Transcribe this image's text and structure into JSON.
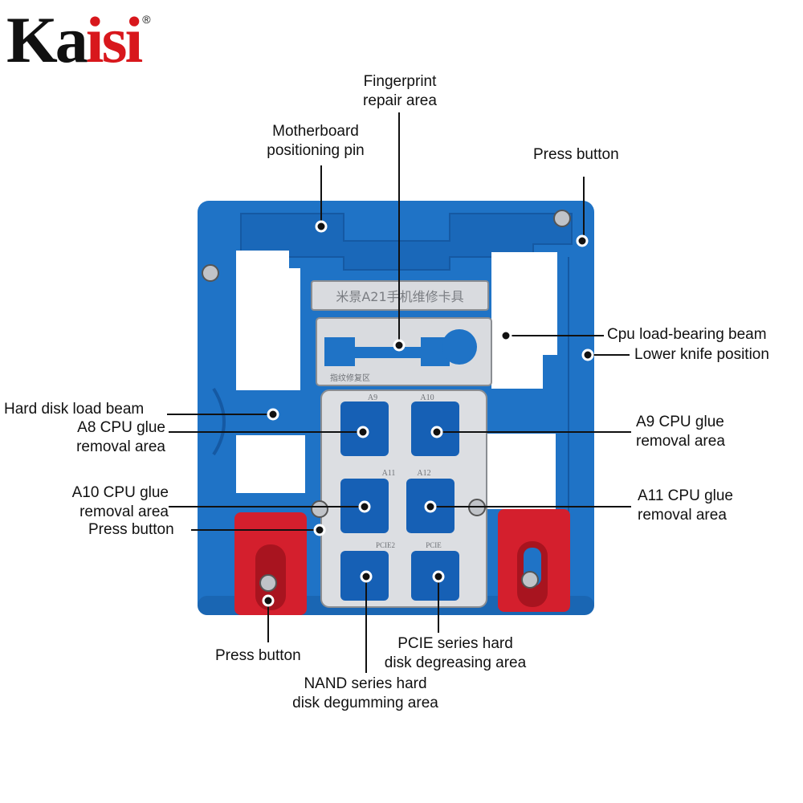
{
  "brand": {
    "name_first": "Ka",
    "name_rest": "isi",
    "registered": "®"
  },
  "plate": {
    "title": "米景A21手机维修卡具",
    "fingerprint_plate_text": "指纹修复区",
    "chip_labels": [
      "A9",
      "A10",
      "A11",
      "A12",
      "PCIE2",
      "PCIE"
    ]
  },
  "labels": {
    "fingerprint": [
      "Fingerprint",
      "repair area"
    ],
    "motherboard_pin": [
      "Motherboard",
      "positioning pin"
    ],
    "press_top_right": "Press button",
    "cpu_beam": "Cpu load-bearing beam",
    "lower_knife": "Lower knife position",
    "hard_disk_beam": "Hard disk load beam",
    "a8": [
      "A8 CPU glue",
      "removal area"
    ],
    "a9": [
      "A9 CPU glue",
      "removal area"
    ],
    "a10": [
      "A10 CPU glue",
      "removal area"
    ],
    "a11": [
      "A11 CPU glue",
      "removal area"
    ],
    "press_left_mid": "Press button",
    "press_bottom_left": "Press button",
    "pcie": [
      "PCIE series hard",
      "disk degreasing area"
    ],
    "nand": [
      "NAND series hard",
      "disk degumming area"
    ]
  },
  "colors": {
    "fixture_blue": "#1f73c6",
    "slot_blue": "#1660b5",
    "steel": "#dcdee2",
    "red_clamp": "#d41f2d",
    "logo_red": "#d8171c"
  }
}
